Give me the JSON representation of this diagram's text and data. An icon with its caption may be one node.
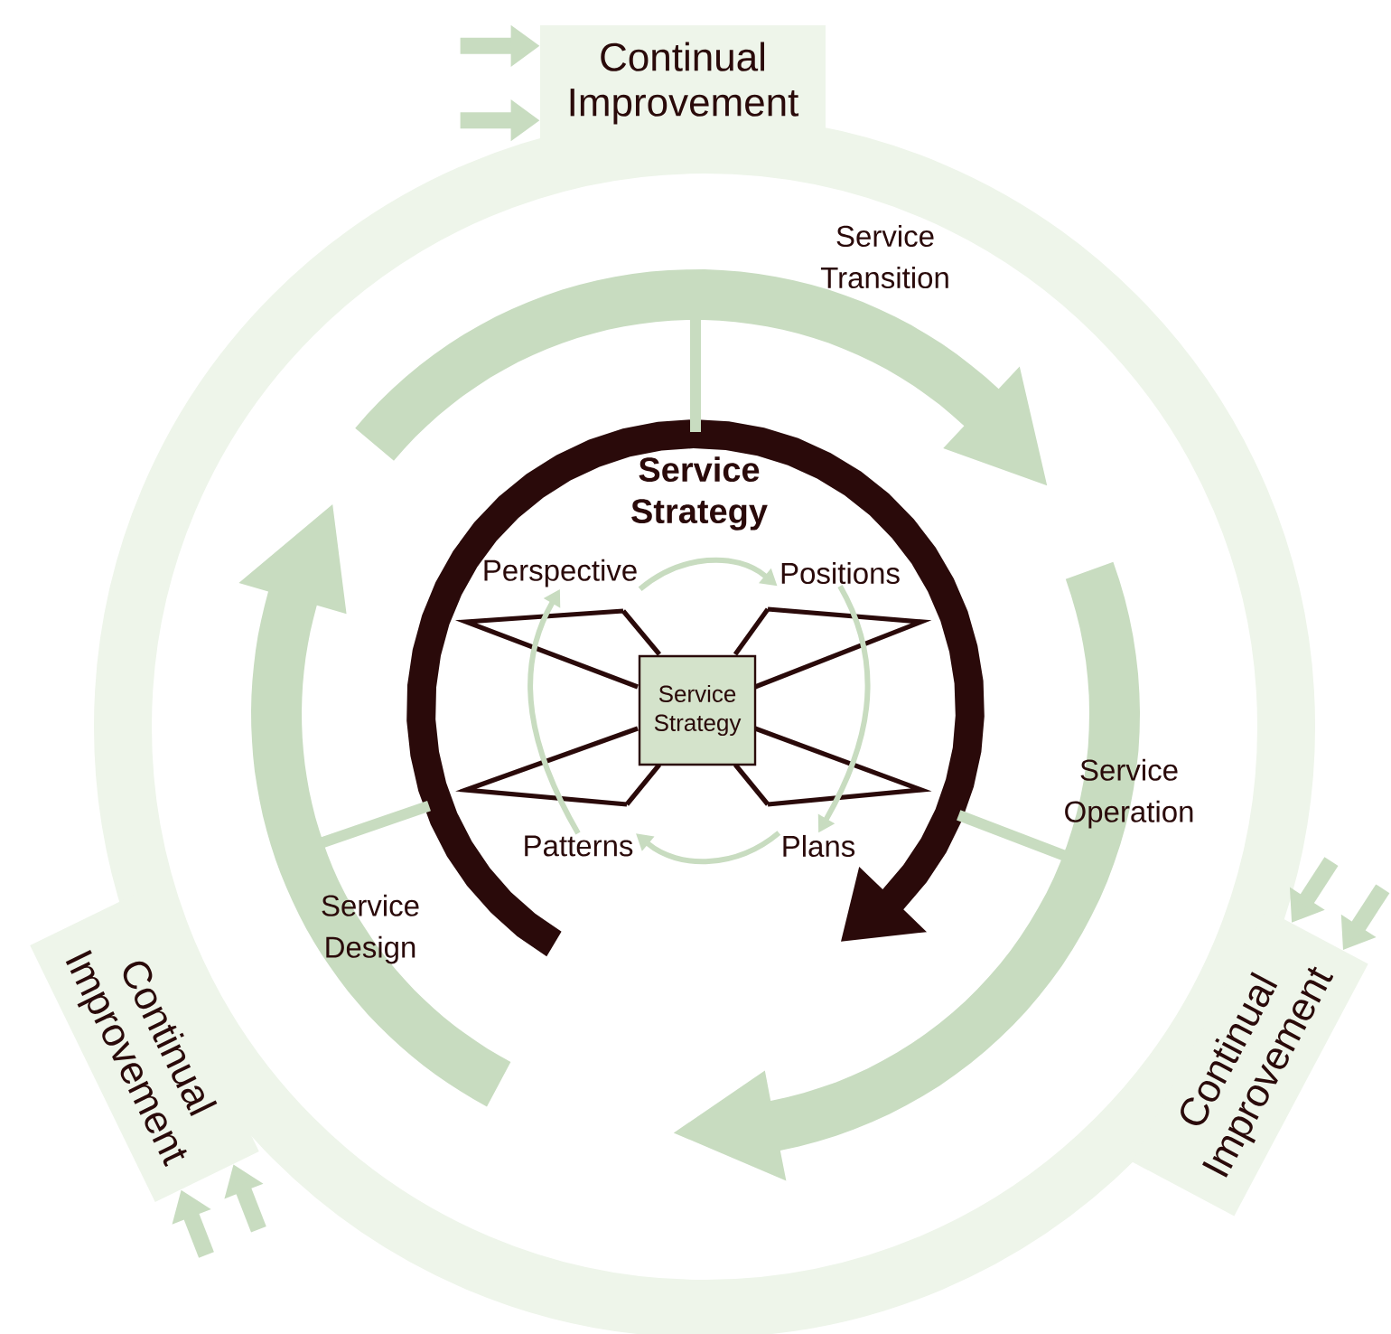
{
  "diagram": {
    "nodes": [
      {
        "text": [
          "Continual Improvement"
        ]
      },
      {
        "text": [
          "Continual Improvement"
        ]
      },
      {
        "text": [
          "Continual Improvement"
        ]
      },
      {
        "text": [
          "Perspective"
        ]
      },
      {
        "text": [
          "Positions"
        ]
      },
      {
        "text": [
          "Service Strategy"
        ]
      },
      {
        "text": [
          "Patterns"
        ]
      },
      {
        "text": [
          "Plans"
        ]
      },
      {
        "text": [
          "Service Transition"
        ]
      },
      {
        "text": [
          "Service Operation"
        ]
      },
      {
        "text": [
          "Service Design"
        ]
      },
      {
        "text": [
          "Service Strategy"
        ]
      }
    ],
    "edges": [
      {
        "from": null,
        "to": 0,
        "arrow": "to"
      },
      {
        "from": null,
        "to": 0,
        "arrow": "to"
      },
      {
        "from": null,
        "to": 1,
        "arrow": "to"
      },
      {
        "from": null,
        "to": 1,
        "arrow": "to"
      },
      {
        "from": null,
        "to": 2,
        "arrow": "to"
      },
      {
        "from": null,
        "to": 2,
        "arrow": "to"
      },
      {
        "from": 3,
        "to": 4,
        "arrow": "to"
      },
      {
        "from": 4,
        "to": 7,
        "arrow": "to"
      },
      {
        "from": 7,
        "to": 6,
        "arrow": "to"
      },
      {
        "from": 6,
        "to": 3,
        "arrow": "to"
      },
      {
        "from": 8,
        "to": 11,
        "arrow": "none"
      },
      {
        "from": 9,
        "to": 11,
        "arrow": "none"
      },
      {
        "from": 10,
        "to": 11,
        "arrow": "none"
      }
    ]
  }
}
